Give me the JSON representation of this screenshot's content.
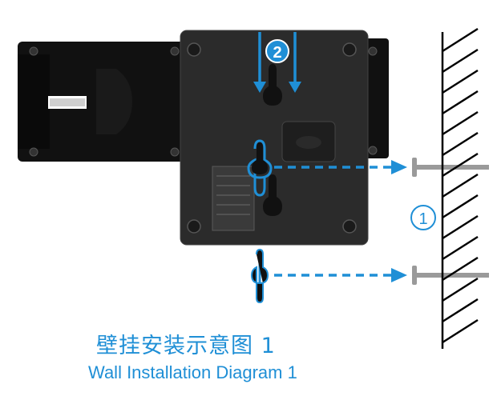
{
  "diagram": {
    "step_labels": [
      "2",
      "1"
    ],
    "caption_cn": "壁挂安装示意图 1",
    "caption_en": "Wall Installation Diagram 1",
    "colors": {
      "accent": "#1f8fd6",
      "device_body": "#111111",
      "panel": "#2b2b2b",
      "screw": "#9a9a9a",
      "wall": "#000000"
    }
  }
}
